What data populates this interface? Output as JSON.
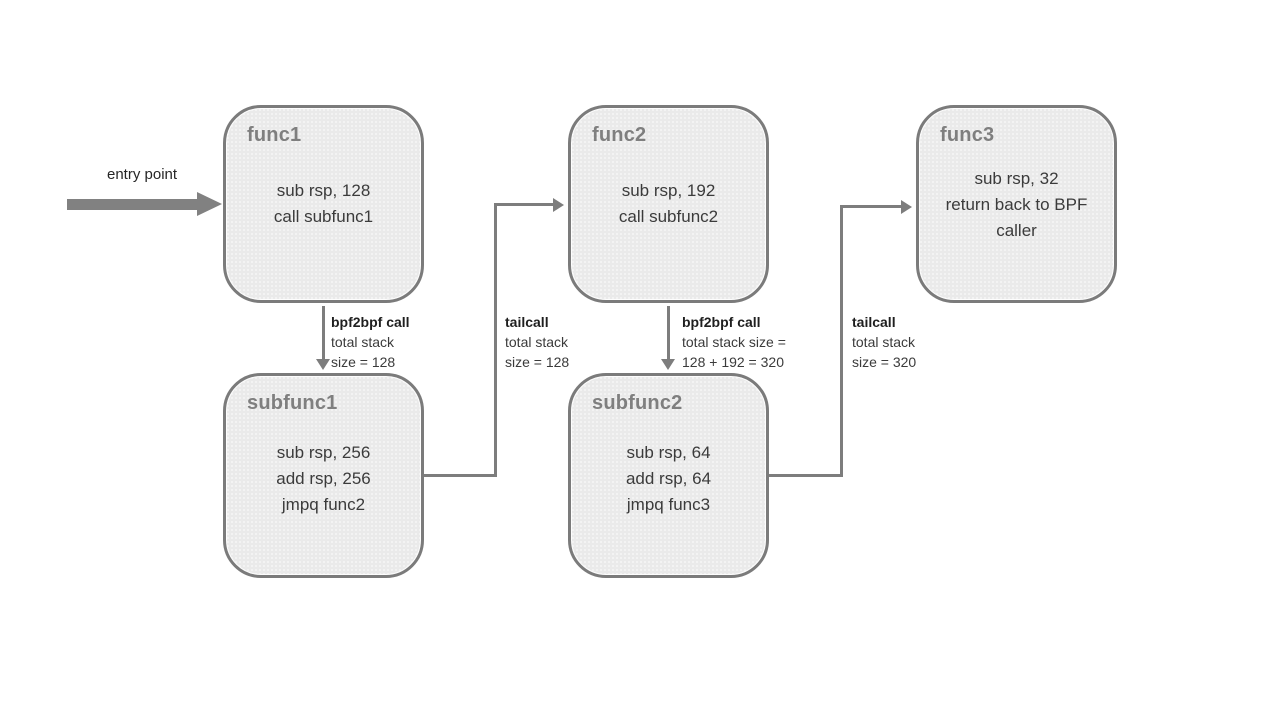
{
  "diagram": {
    "entry": {
      "label": "entry point"
    },
    "nodes": [
      {
        "id": "func1",
        "title": "func1",
        "lines": [
          "sub rsp, 128",
          "call subfunc1"
        ]
      },
      {
        "id": "func2",
        "title": "func2",
        "lines": [
          "sub rsp, 192",
          "call subfunc2"
        ]
      },
      {
        "id": "func3",
        "title": "func3",
        "lines": [
          "sub rsp, 32",
          "return back to BPF",
          "caller"
        ]
      },
      {
        "id": "subfunc1",
        "title": "subfunc1",
        "lines": [
          "sub rsp, 256",
          "add rsp, 256",
          "jmpq func2"
        ]
      },
      {
        "id": "subfunc2",
        "title": "subfunc2",
        "lines": [
          "sub rsp, 64",
          "add rsp, 64",
          "jmpq func3"
        ]
      }
    ],
    "edges": [
      {
        "from": "func1",
        "to": "subfunc1",
        "title": "bpf2bpf call",
        "lines": [
          "total stack",
          "size = 128"
        ]
      },
      {
        "from": "subfunc1",
        "to": "func2",
        "title": "tailcall",
        "lines": [
          "total stack",
          "size = 128"
        ]
      },
      {
        "from": "func2",
        "to": "subfunc2",
        "title": "bpf2bpf call",
        "lines": [
          "total stack size =",
          "128 + 192 = 320"
        ]
      },
      {
        "from": "subfunc2",
        "to": "func3",
        "title": "tailcall",
        "lines": [
          "total stack",
          "size = 320"
        ]
      }
    ],
    "colors": {
      "box_fill": "#eaeaea",
      "box_border": "#7b7b7b",
      "node_title": "#7f7f7f",
      "body_text": "#3b3b3b",
      "connector": "#7d7d7d",
      "entry_arrow": "#818181",
      "label_bold": "#1f1f1f"
    }
  }
}
